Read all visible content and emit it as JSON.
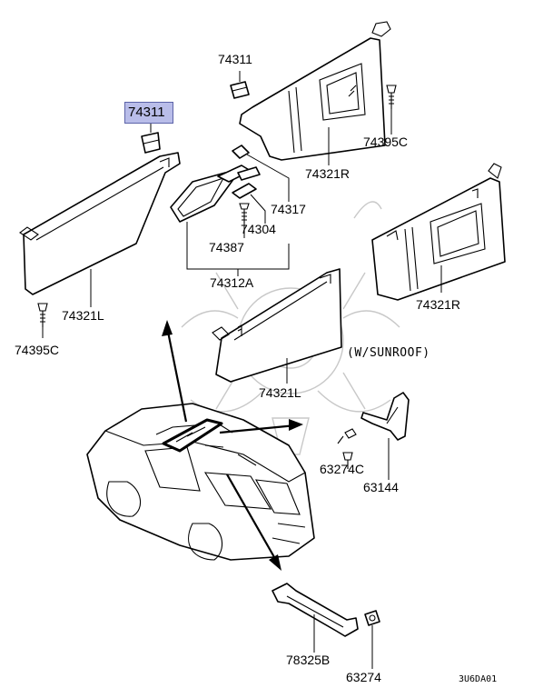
{
  "parts": {
    "p74311_a": "74311",
    "p74311_b": "74311",
    "p74395C_a": "74395C",
    "p74395C_b": "74395C",
    "p74321R_a": "74321R",
    "p74321R_b": "74321R",
    "p74321L_a": "74321L",
    "p74321L_b": "74321L",
    "p74317": "74317",
    "p74304": "74304",
    "p74387": "74387",
    "p74312A": "74312A",
    "p63274C": "63274C",
    "p63144": "63144",
    "p78325B": "78325B",
    "p63274": "63274"
  },
  "note": "(W/SUNROOF)",
  "diagram_code": "3U6DA01",
  "colors": {
    "highlight_fill": "#b9bde9",
    "highlight_border": "#5c63a8",
    "line": "#000000"
  }
}
